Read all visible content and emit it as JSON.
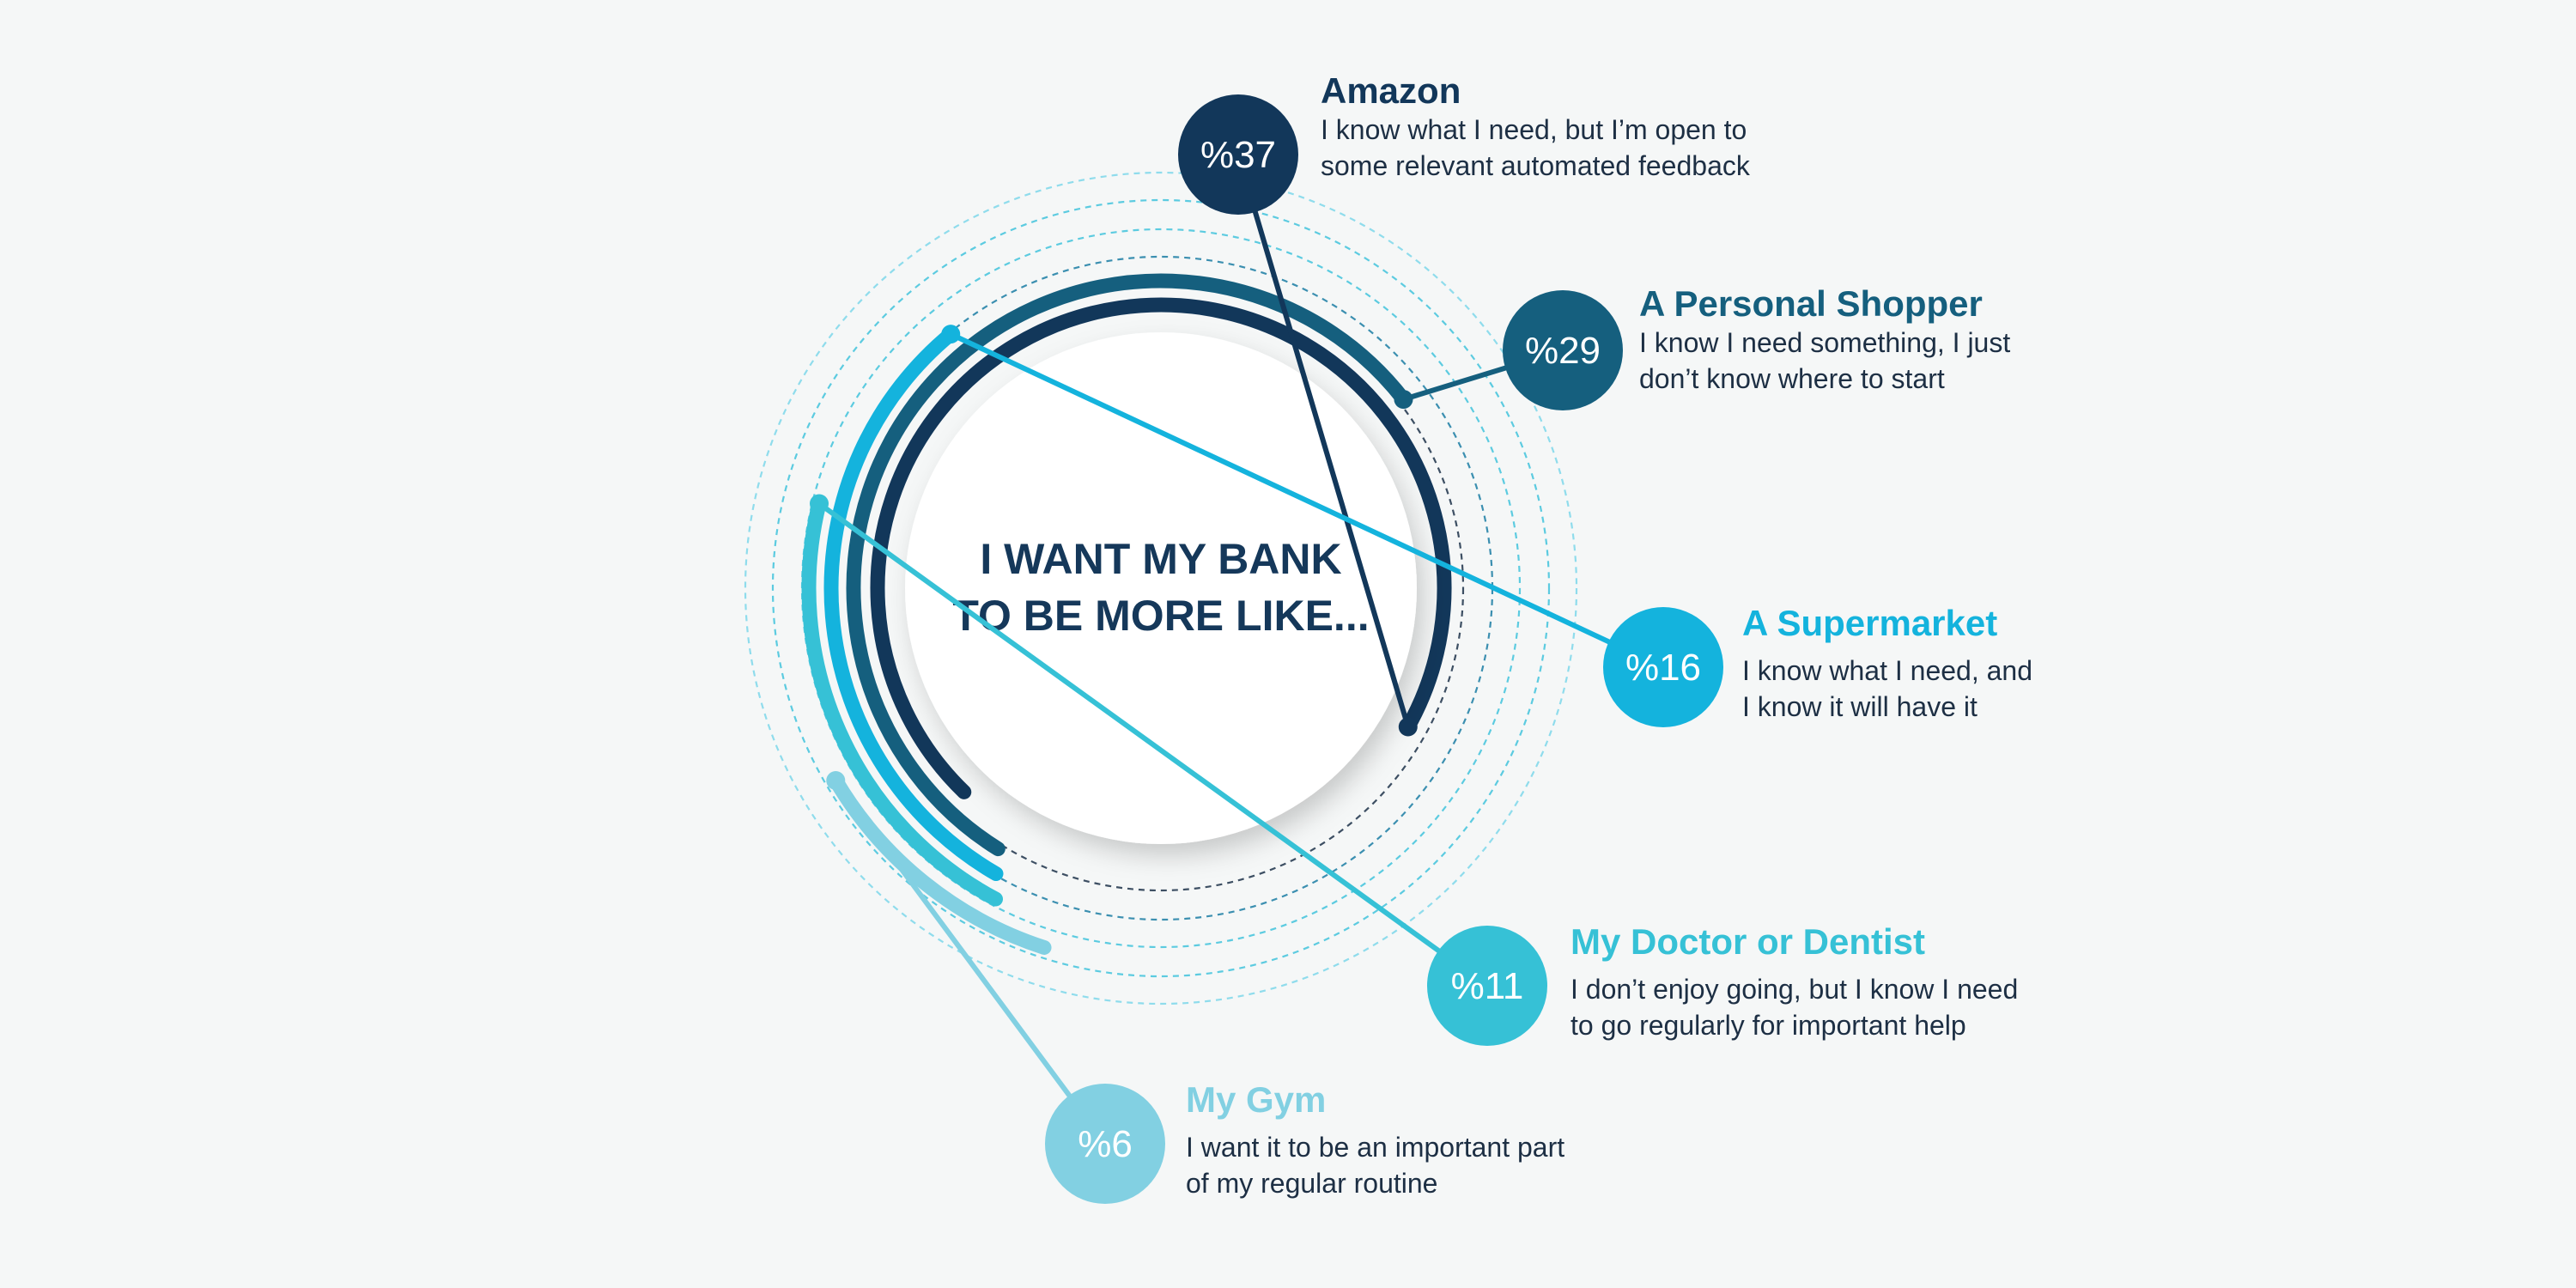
{
  "chart_data": {
    "type": "radial-bar",
    "title_lines": [
      "I WANT MY BANK",
      "TO BE MORE LIKE..."
    ],
    "series": [
      {
        "name": "Amazon",
        "value": 37,
        "value_label": "%37",
        "description_lines": [
          "I know what I need, but I’m open to",
          "some relevant automated feedback"
        ],
        "color": "#12375a"
      },
      {
        "name": "A Personal Shopper",
        "value": 29,
        "value_label": "%29",
        "description_lines": [
          "I know I need something, I just",
          "don’t know where to start"
        ],
        "color": "#155f7e"
      },
      {
        "name": "A Supermarket",
        "value": 16,
        "value_label": "%16",
        "description_lines": [
          "I know what I need, and",
          "I know it will have it"
        ],
        "color": "#14b3dd"
      },
      {
        "name": "My Doctor or Dentist",
        "value": 11,
        "value_label": "%11",
        "description_lines": [
          "I don’t enjoy going, but I know I need",
          "to go regularly for important help"
        ],
        "color": "#36c1d6"
      },
      {
        "name": "My Gym",
        "value": 6,
        "value_label": "%6",
        "description_lines": [
          "I want it to be an important part",
          "of my regular routine"
        ],
        "color": "#82d0e2"
      }
    ]
  }
}
